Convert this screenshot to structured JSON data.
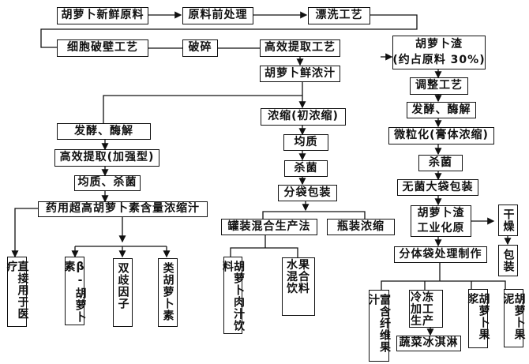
{
  "diagram": {
    "nodes": {
      "raw": "胡萝卜新鲜原料",
      "pretreat": "原料前处理",
      "rinse": "漂洗工艺",
      "cellwall": "细胞破壁工艺",
      "crush": "破碎",
      "extract": "高效提取工艺",
      "juice": "胡萝卜鲜浓汁",
      "pomace_l1": "胡萝卜渣",
      "pomace_l2": "(约占原料 30%)",
      "adjust": "调整工艺",
      "ferment_l": "发酵、酶解",
      "extract_plus": "高效提取(加强型)",
      "homog_steril": "均质、杀菌",
      "pharma": "药用超高胡萝卜素含量浓缩汁",
      "medical": "直接用于医疗",
      "beta": "β-胡萝卜素",
      "bifido": "双歧因子",
      "carotenoid": "类胡萝卜素",
      "concentrate": "浓缩(初浓缩)",
      "homog": "均质",
      "steril_m": "杀菌",
      "bagging": "分袋包装",
      "canned": "罐装混合生产法",
      "bottled": "瓶装浓缩",
      "pulp_drink": "胡萝卜肉汁饮料",
      "fruit_mix": "水果混合饮料",
      "ferment_r": "发酵、酶解",
      "micronize": "微粒化(膏体浓缩)",
      "steril_r": "杀菌",
      "aseptic": "无菌大袋包装",
      "industrial_l1": "胡萝卜渣",
      "industrial_l2": "工业化原",
      "dry": "干燥",
      "pack": "包装",
      "split": "分体袋处理制作",
      "fiber_juice": "富含纤维果汁",
      "frozen": "冷冻加工生产",
      "icecream": "蔬菜冰淇淋",
      "puree": "胡萝卜果浆",
      "mash": "胡萝卜果泥"
    }
  }
}
